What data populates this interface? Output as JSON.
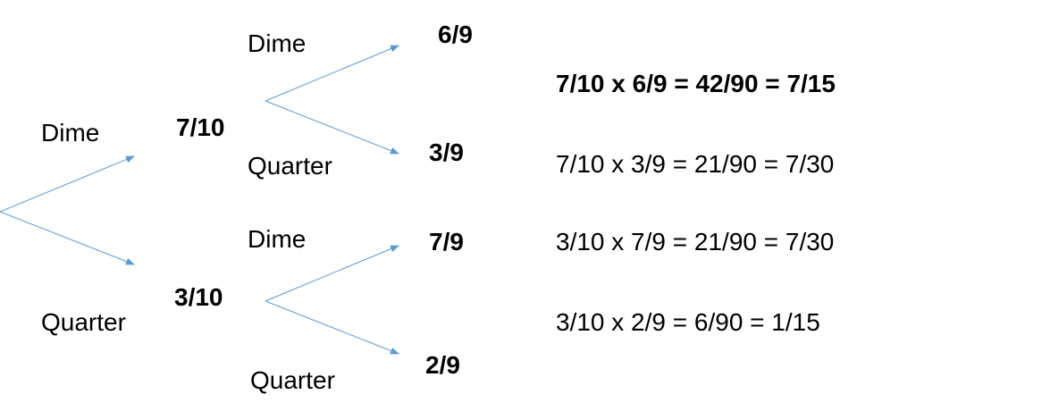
{
  "level1": {
    "dime_label": "Dime",
    "dime_prob": "7/10",
    "quarter_label": "Quarter",
    "quarter_prob": "3/10"
  },
  "level2_after_dime": {
    "dime_label": "Dime",
    "dime_prob": "6/9",
    "quarter_label": "Quarter",
    "quarter_prob": "3/9"
  },
  "level2_after_quarter": {
    "dime_label": "Dime",
    "dime_prob": "7/9",
    "quarter_label": "Quarter",
    "quarter_prob": "2/9"
  },
  "results": [
    "7/10 x 6/9 = 42/90 = 7/15",
    "7/10 x 3/9 = 21/90 = 7/30",
    "3/10 x 7/9 = 21/90 = 7/30",
    "3/10 x 2/9 = 6/90 = 1/15"
  ],
  "colors": {
    "branch": "#5B9BD5"
  }
}
